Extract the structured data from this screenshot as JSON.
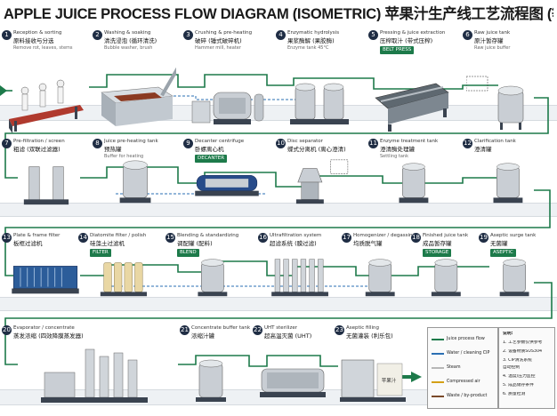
{
  "title": "APPLE JUICE PROCESS FLOW DIAGRAM (ISOMETRIC) 苹果汁生产线工艺流程图 (等轴测图)",
  "colors": {
    "lane": "#eef1f4",
    "pipe_main": "#1d7a4a",
    "pipe_water": "#2a6fb3",
    "steel": "#c9ced4",
    "frame": "#3a4350",
    "badge": "#1f2d44",
    "accent_green": "#1d7a4a"
  },
  "rows": [
    {
      "steps": [
        {
          "num": "1",
          "en": "Reception & sorting",
          "zh": "原料接收与分选",
          "sub": "Remove rot, leaves, stems",
          "icon": "sorting-conveyor-icon"
        },
        {
          "num": "2",
          "en": "Washing & soaking",
          "zh": "清洗浸泡 (循环清洗)",
          "sub": "Bubble washer, brush",
          "icon": "washer-icon"
        },
        {
          "num": "3",
          "en": "Crushing & pre-heating",
          "zh": "破碎 (锤式破碎机)",
          "sub": "Hammer mill, heater",
          "icon": "crusher-icon"
        },
        {
          "num": "4",
          "en": "Enzymatic hydrolysis",
          "zh": "果浆酶解 (果胶酶)",
          "sub": "Enzyme tank 45°C",
          "icon": "enzyme-tank-icon"
        },
        {
          "num": "5",
          "en": "Pressing & juice extraction",
          "zh": "压榨取汁 (带式压榨)",
          "tag": "BELT PRESS",
          "icon": "belt-press-icon"
        },
        {
          "num": "6",
          "en": "Raw juice tank",
          "zh": "原汁暂存罐",
          "sub": "Raw juice buffer",
          "icon": "buffer-tank-icon"
        }
      ]
    },
    {
      "steps": [
        {
          "num": "7",
          "en": "Pre-filtration / screen",
          "zh": "粗滤 (双联过滤器)",
          "sub": "",
          "icon": "duplex-filter-icon"
        },
        {
          "num": "8",
          "en": "Juice pre-heating tank",
          "zh": "预热罐",
          "sub": "Buffer for heating",
          "icon": "heating-tank-icon"
        },
        {
          "num": "9",
          "en": "Decanter centrifuge",
          "zh": "卧螺离心机",
          "tag": "DECANTER",
          "icon": "decanter-icon"
        },
        {
          "num": "10",
          "en": "Disc separator",
          "zh": "蝶式分离机 (离心澄清)",
          "sub": "",
          "icon": "disc-separator-icon"
        },
        {
          "num": "11",
          "en": "Enzyme treatment tank",
          "zh": "澄清酶处理罐",
          "sub": "Settling tank",
          "icon": "treatment-tank-icon"
        },
        {
          "num": "12",
          "en": "Clarification tank",
          "zh": "澄清罐",
          "sub": "",
          "icon": "clarify-tank-icon"
        }
      ]
    },
    {
      "steps": [
        {
          "num": "13",
          "en": "Plate & frame filter",
          "zh": "板框过滤机",
          "sub": "",
          "icon": "plate-filter-icon"
        },
        {
          "num": "14",
          "en": "Diatomite filter / polish",
          "zh": "硅藻土过滤机",
          "tag": "FILTER",
          "icon": "diatomite-filter-icon"
        },
        {
          "num": "15",
          "en": "Blending & standardizing",
          "zh": "调配罐 (配料)",
          "tag": "BLEND",
          "icon": "blending-tank-icon"
        },
        {
          "num": "16",
          "en": "Ultrafiltration system",
          "zh": "超滤系统 (膜过滤)",
          "sub": "",
          "icon": "ultrafiltration-icon"
        },
        {
          "num": "17",
          "en": "Homogenizer / degassing",
          "zh": "均质脱气罐",
          "sub": "",
          "icon": "degassing-tank-icon"
        },
        {
          "num": "18",
          "en": "Finished juice tank",
          "zh": "成品暂存罐",
          "tag": "STORAGE",
          "icon": "storage-tank-icon"
        },
        {
          "num": "19",
          "en": "Aseptic surge tank",
          "zh": "无菌罐",
          "tag": "ASEPTIC",
          "icon": "surge-tank-icon"
        }
      ]
    },
    {
      "steps": [
        {
          "num": "20",
          "en": "Evaporator / concentrate",
          "zh": "蒸发浓缩 (四效降膜蒸发器)",
          "sub": "",
          "icon": "evaporator-icon"
        },
        {
          "num": "21",
          "en": "Concentrate buffer tank",
          "zh": "浓缩汁罐",
          "sub": "",
          "icon": "concentrate-tank-icon"
        },
        {
          "num": "22",
          "en": "UHT sterilizer",
          "zh": "超高温灭菌 (UHT)",
          "sub": "",
          "icon": "sterilizer-icon"
        },
        {
          "num": "23",
          "en": "Aseptic filling",
          "zh": "无菌灌装 (利乐包)",
          "sub": "",
          "icon": "filler-icon"
        }
      ]
    }
  ],
  "legend": {
    "items": [
      {
        "label": "Juice process flow",
        "color": "#1d7a4a"
      },
      {
        "label": "Water / cleaning CIP",
        "color": "#2a6fb3"
      },
      {
        "label": "Steam",
        "color": "#b8b8b8"
      },
      {
        "label": "Compressed air",
        "color": "#d4a017"
      },
      {
        "label": "Waste / by-product",
        "color": "#7a4a2a"
      }
    ]
  },
  "notes": {
    "heading": "说明:",
    "lines": [
      "1. 工艺参数仅供参考",
      "2. 设备材质SUS304",
      "3. CIP清洗系统",
      "   自动控制",
      "4. 温度/压力监控",
      "5. 成品储存条件",
      "6. 质量检测"
    ]
  },
  "final_tag": "苹果汁"
}
